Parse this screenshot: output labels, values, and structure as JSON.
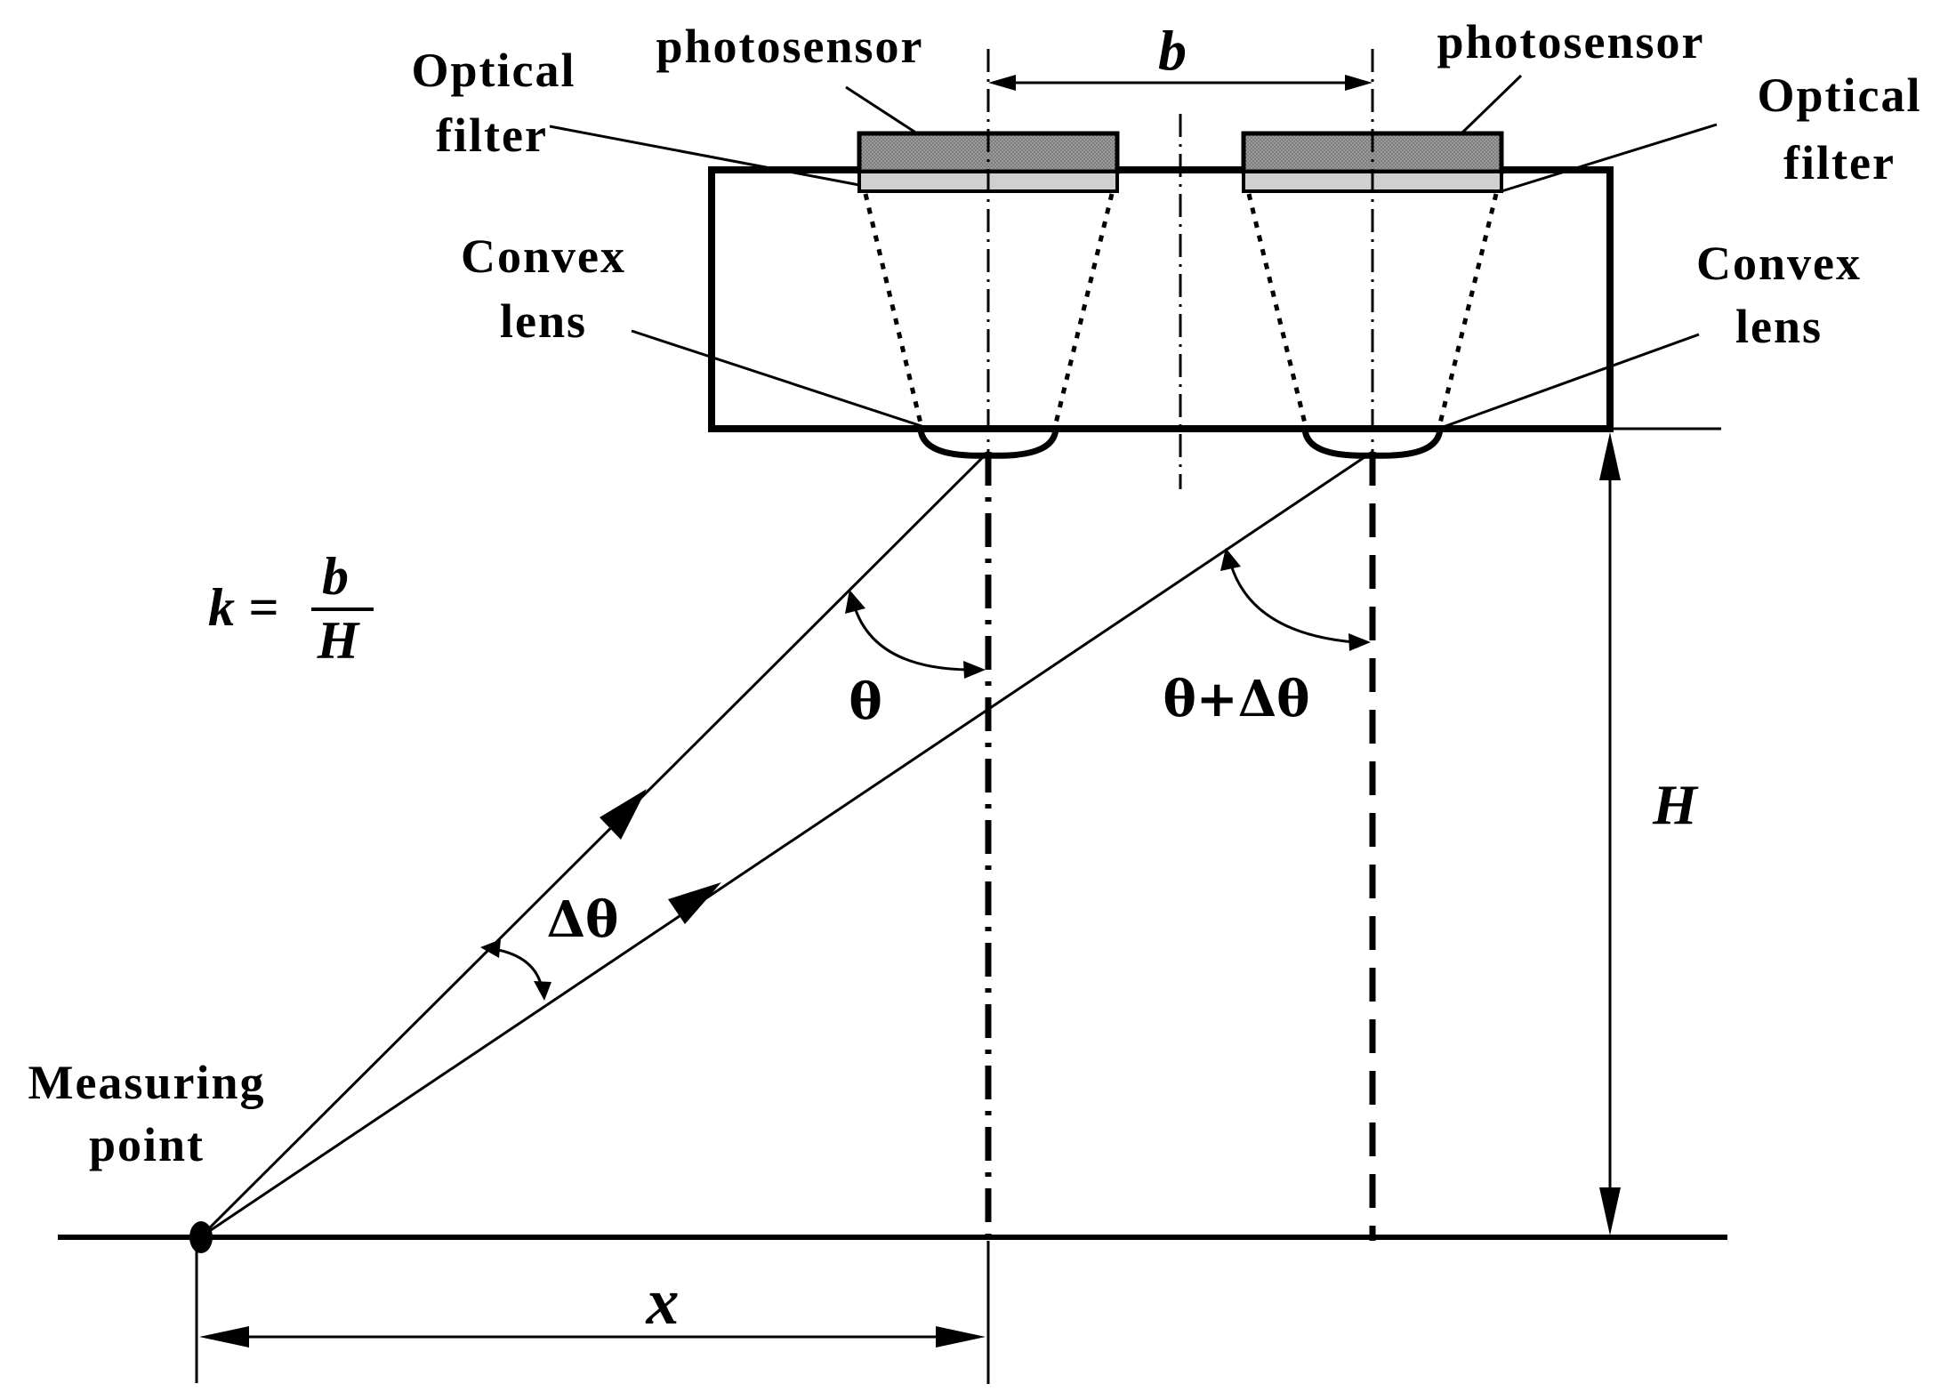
{
  "labels": {
    "optical_filter_left_line1": "Optical",
    "optical_filter_left_line2": "filter",
    "photosensor_left": "photosensor",
    "baseline_b": "b",
    "photosensor_right": "photosensor",
    "optical_filter_right_line1": "Optical",
    "optical_filter_right_line2": "filter",
    "convex_lens_left_line1": "Convex",
    "convex_lens_left_line2": "lens",
    "convex_lens_right_line1": "Convex",
    "convex_lens_right_line2": "lens",
    "angle_theta": "θ",
    "angle_theta_plus": "θ+Δθ",
    "angle_delta": "Δθ",
    "height_H": "H",
    "measuring_point_line1": "Measuring",
    "measuring_point_line2": "point",
    "distance_x": "x"
  },
  "formula": {
    "lhs": "k =",
    "numerator": "b",
    "denominator": "H"
  },
  "colors": {
    "stroke": "#000000",
    "sensor_fill": "#8c8c8c",
    "filter_fill": "#d0d0d0",
    "background": "#ffffff"
  }
}
